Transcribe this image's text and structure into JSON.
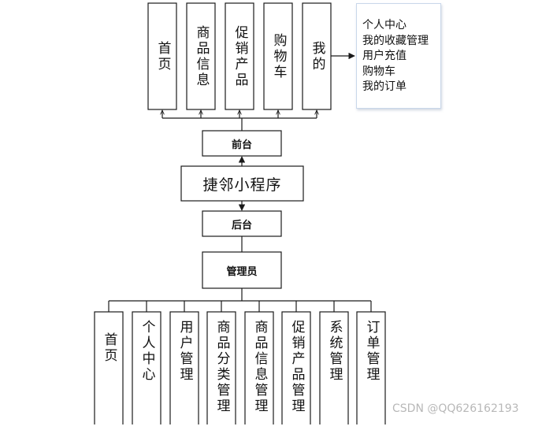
{
  "front_nav": [
    "首页",
    "商品信息",
    "促销产品",
    "购物车",
    "我的"
  ],
  "my_menu": [
    "个人中心",
    "我的收藏管理",
    "用户充值",
    "购物车",
    "我的订单"
  ],
  "front_label": "前台",
  "app_label": "捷邻小程序",
  "back_label": "后台",
  "admin_label": "管理员",
  "admin_modules": [
    "首页",
    "个人中心",
    "用户管理",
    "商品分类管理",
    "商品信息管理",
    "促销产品管理",
    "系统管理",
    "订单管理"
  ],
  "watermark": "CSDN @QQ626162193"
}
